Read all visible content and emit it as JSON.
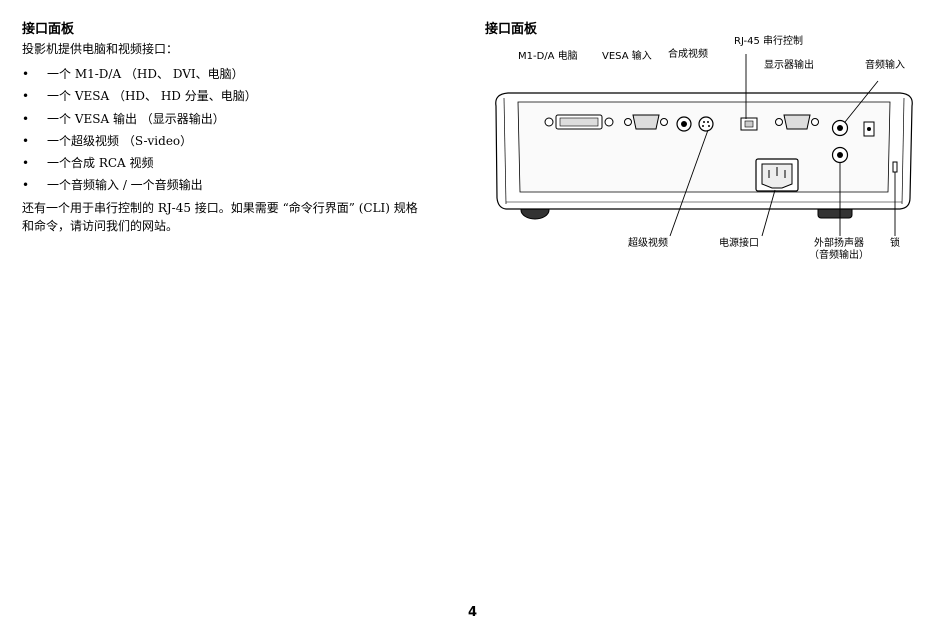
{
  "left": {
    "heading": "接口面板",
    "intro": "投影机提供电脑和视频接口：",
    "bullets": [
      "一个 M1-D/A （HD、 DVI、电脑）",
      "一个 VESA （HD、 HD 分量、电脑）",
      "一个 VESA 输出 （显示器输出）",
      "一个超级视频 （S-video）",
      "一个合成 RCA 视频",
      "一个音频输入 / 一个音频输出"
    ],
    "bullet_glyph": "•",
    "footer_line1": "还有一个用于串行控制的 RJ-45 接口。如果需要 “命令行界面” (CLI) 规格",
    "footer_line2": "和命令，请访问我们的网站。"
  },
  "diagram": {
    "heading": "接口面板",
    "labels": {
      "m1da": "M1-D/A 电脑",
      "vesa_in": "VESA 输入",
      "composite": "合成视频",
      "rj45": "RJ-45 串行控制",
      "monitor_out": "显示器输出",
      "audio_in": "音频输入",
      "svideo": "超级视频",
      "power": "电源接口",
      "speaker_line1": "外部扬声器",
      "speaker_line2": "（音频输出）",
      "lock": "锁"
    }
  },
  "page_number": "4"
}
